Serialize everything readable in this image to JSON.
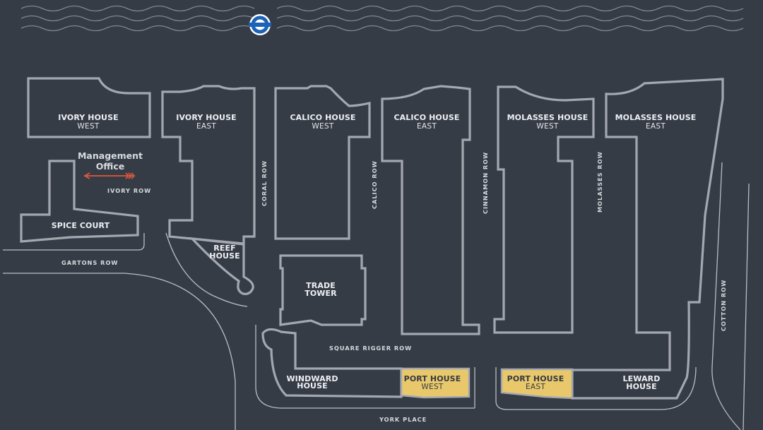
{
  "buildings": {
    "ivory_west": {
      "name": "IVORY HOUSE",
      "sub": "WEST"
    },
    "ivory_east": {
      "name": "IVORY HOUSE",
      "sub": "EAST"
    },
    "calico_west": {
      "name": "CALICO HOUSE",
      "sub": "WEST"
    },
    "calico_east": {
      "name": "CALICO HOUSE",
      "sub": "EAST"
    },
    "molasses_west": {
      "name": "MOLASSES HOUSE",
      "sub": "WEST"
    },
    "molasses_east": {
      "name": "MOLASSES HOUSE",
      "sub": "EAST"
    },
    "spice_court": {
      "name": "SPICE COURT"
    },
    "reef_house": {
      "line1": "REEF",
      "line2": "HOUSE"
    },
    "trade_tower": {
      "line1": "TRADE",
      "line2": "TOWER"
    },
    "windward": {
      "line1": "WINDWARD",
      "line2": "HOUSE"
    },
    "port_west": {
      "name": "PORT HOUSE",
      "sub": "WEST",
      "highlight": "#e9c86b"
    },
    "port_east": {
      "name": "PORT HOUSE",
      "sub": "EAST",
      "highlight": "#e9c86b"
    },
    "leward": {
      "line1": "LEWARD",
      "line2": "HOUSE"
    }
  },
  "streets": {
    "ivory_row": "IVORY ROW",
    "gartons_row": "GARTONS ROW",
    "coral_row": "CORAL ROW",
    "calico_row": "CALICO ROW",
    "cinnamon_row": "CINNAMON ROW",
    "molasses_row": "MOLASSES ROW",
    "cotton_row": "COTTON ROW",
    "square_rigger_row": "SQUARE RIGGER ROW",
    "york_place": "YORK PLACE"
  },
  "management_office": {
    "line1": "Management",
    "line2": "Office",
    "arrow_color": "#e0583c"
  },
  "icons": {
    "transit": "london-underground-roundel-icon",
    "water": "water-waves-icon"
  },
  "colors": {
    "background": "#363c46",
    "outline": "#a3a8b0",
    "highlight": "#e9c86b",
    "arrow": "#e0583c",
    "roundel": "#1c63b7"
  }
}
